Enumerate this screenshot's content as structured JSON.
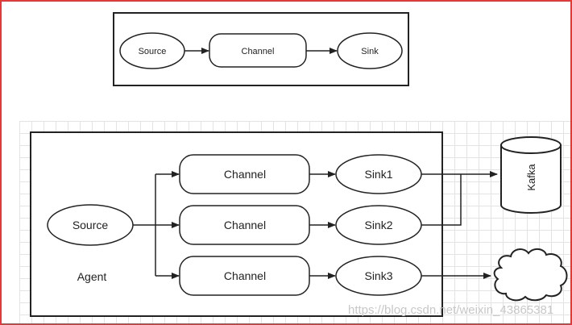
{
  "top_flow": {
    "source_label": "Source",
    "channel_label": "Channel",
    "sink_label": "Sink"
  },
  "agent_flow": {
    "source_label": "Source",
    "agent_label": "Agent",
    "channels": [
      "Channel",
      "Channel",
      "Channel"
    ],
    "sinks": [
      "Sink1",
      "Sink2",
      "Sink3"
    ],
    "kafka_label": "Kafka"
  },
  "watermark": "https://blog.csdn.net/weixin_43865381",
  "colors": {
    "frame": "#e53935",
    "stroke": "#222222",
    "grid": "#e3e3e3"
  }
}
